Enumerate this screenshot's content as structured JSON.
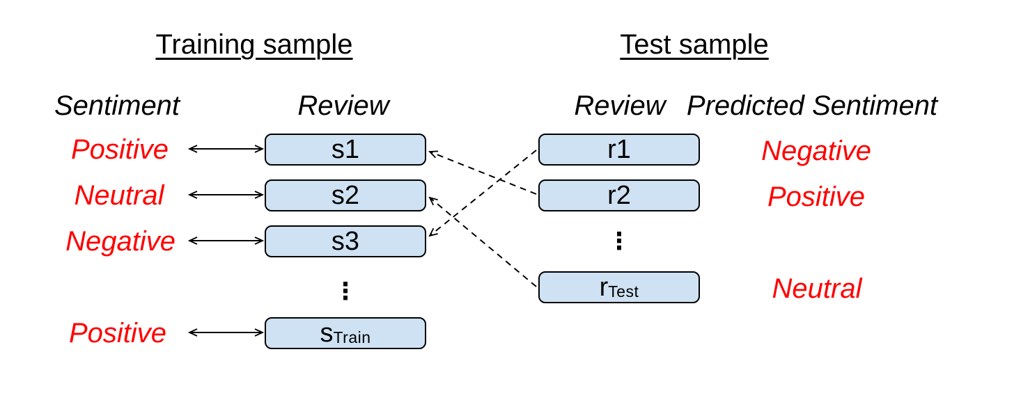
{
  "palette": {
    "background": "#ffffff",
    "sentiment_text": "#ff0000",
    "box_fill": "#cfe2f3",
    "box_border": "#000000",
    "line_color": "#000000"
  },
  "training": {
    "title": "Training sample",
    "col_sentiment": "Sentiment",
    "col_review": "Review",
    "ellipsis": "⋮",
    "rows": [
      {
        "sentiment": "Positive",
        "box_base": "s1",
        "box_sub": ""
      },
      {
        "sentiment": "Neutral",
        "box_base": "s2",
        "box_sub": ""
      },
      {
        "sentiment": "Negative",
        "box_base": "s3",
        "box_sub": ""
      },
      {
        "sentiment": "Positive",
        "box_base": "s",
        "box_sub": "Train"
      }
    ]
  },
  "test": {
    "title": "Test sample",
    "col_review": "Review",
    "col_predicted": "Predicted Sentiment",
    "ellipsis": "⋮",
    "rows": [
      {
        "box_base": "r1",
        "box_sub": "",
        "predicted": "Negative"
      },
      {
        "box_base": "r2",
        "box_sub": "",
        "predicted": "Positive"
      },
      {
        "box_base": "r",
        "box_sub": "Test",
        "predicted": "Neutral"
      }
    ]
  },
  "nearest_neighbor_links": [
    {
      "from": "r2",
      "to": "s1"
    },
    {
      "from": "rTest",
      "to": "s2"
    },
    {
      "from": "r1",
      "to": "s3"
    }
  ]
}
